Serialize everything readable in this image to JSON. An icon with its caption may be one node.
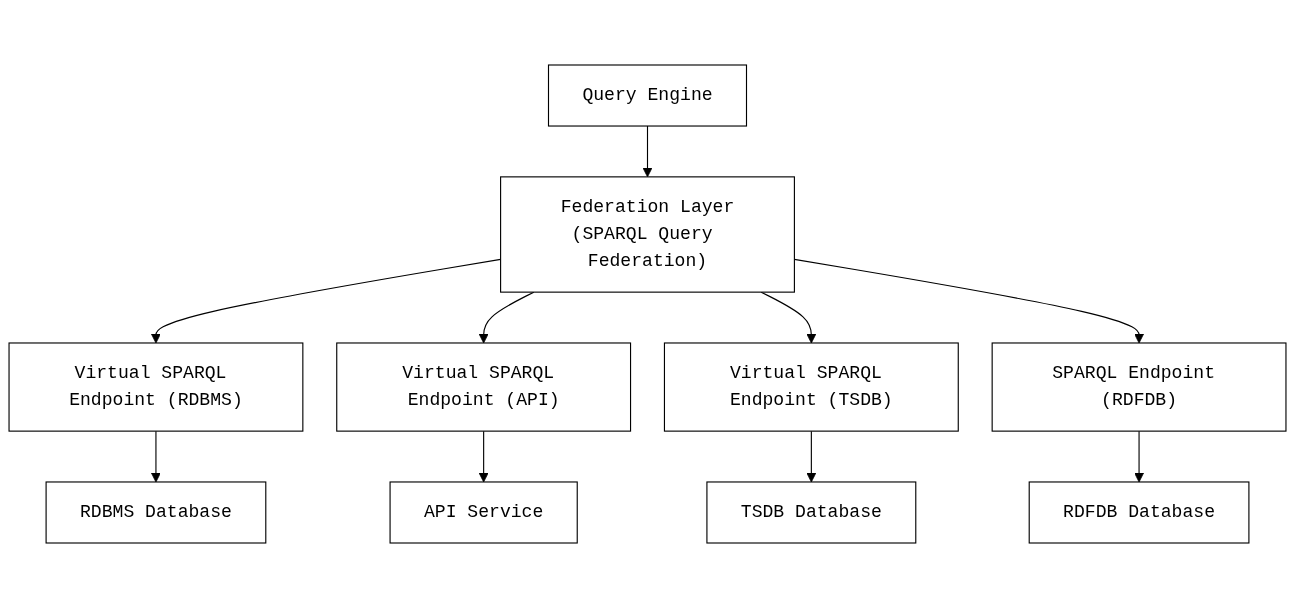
{
  "diagram": {
    "nodes": [
      {
        "text": [
          "Query Engine"
        ]
      },
      {
        "text": [
          "Federation Layer",
          "(SPARQL Query Federation)"
        ]
      },
      {
        "text": [
          "Virtual SPARQL Endpoint (RDBMS)"
        ]
      },
      {
        "text": [
          "Virtual SPARQL Endpoint (API)"
        ]
      },
      {
        "text": [
          "Virtual SPARQL Endpoint (TSDB)"
        ]
      },
      {
        "text": [
          "SPARQL Endpoint (RDFDB)"
        ]
      },
      {
        "text": [
          "RDBMS Database"
        ]
      },
      {
        "text": [
          "API Service"
        ]
      },
      {
        "text": [
          "TSDB Database"
        ]
      },
      {
        "text": [
          "RDFDB Database"
        ]
      }
    ],
    "edges": [
      {
        "from": 0,
        "to": 1,
        "arrow": "to"
      },
      {
        "from": 1,
        "to": 2,
        "arrow": "to"
      },
      {
        "from": 1,
        "to": 3,
        "arrow": "to"
      },
      {
        "from": 1,
        "to": 4,
        "arrow": "to"
      },
      {
        "from": 1,
        "to": 5,
        "arrow": "to"
      },
      {
        "from": 2,
        "to": 6,
        "arrow": "to"
      },
      {
        "from": 3,
        "to": 7,
        "arrow": "to"
      },
      {
        "from": 4,
        "to": 8,
        "arrow": "to"
      },
      {
        "from": 5,
        "to": 9,
        "arrow": "to"
      }
    ]
  }
}
